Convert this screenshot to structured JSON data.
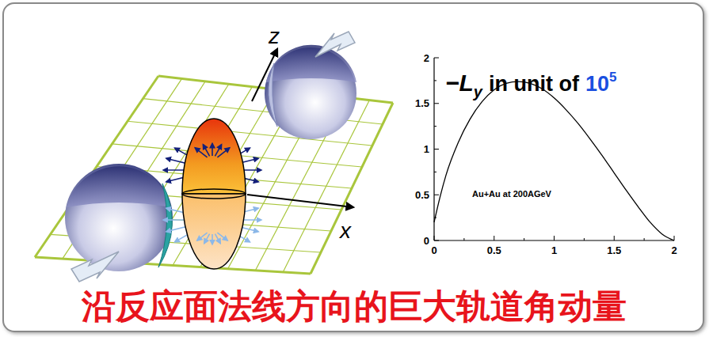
{
  "diagram": {
    "caption": "沿反应面法线方向的巨大轨道角动量",
    "labels": [
      "z",
      "x",
      "−L",
      "y",
      "in unit of",
      "10",
      "5",
      "Au+Au at 200AGeV",
      "2",
      "1.5",
      "1",
      "0.5",
      "0",
      "0",
      "0.5",
      "1",
      "1.5",
      "2"
    ]
  }
}
